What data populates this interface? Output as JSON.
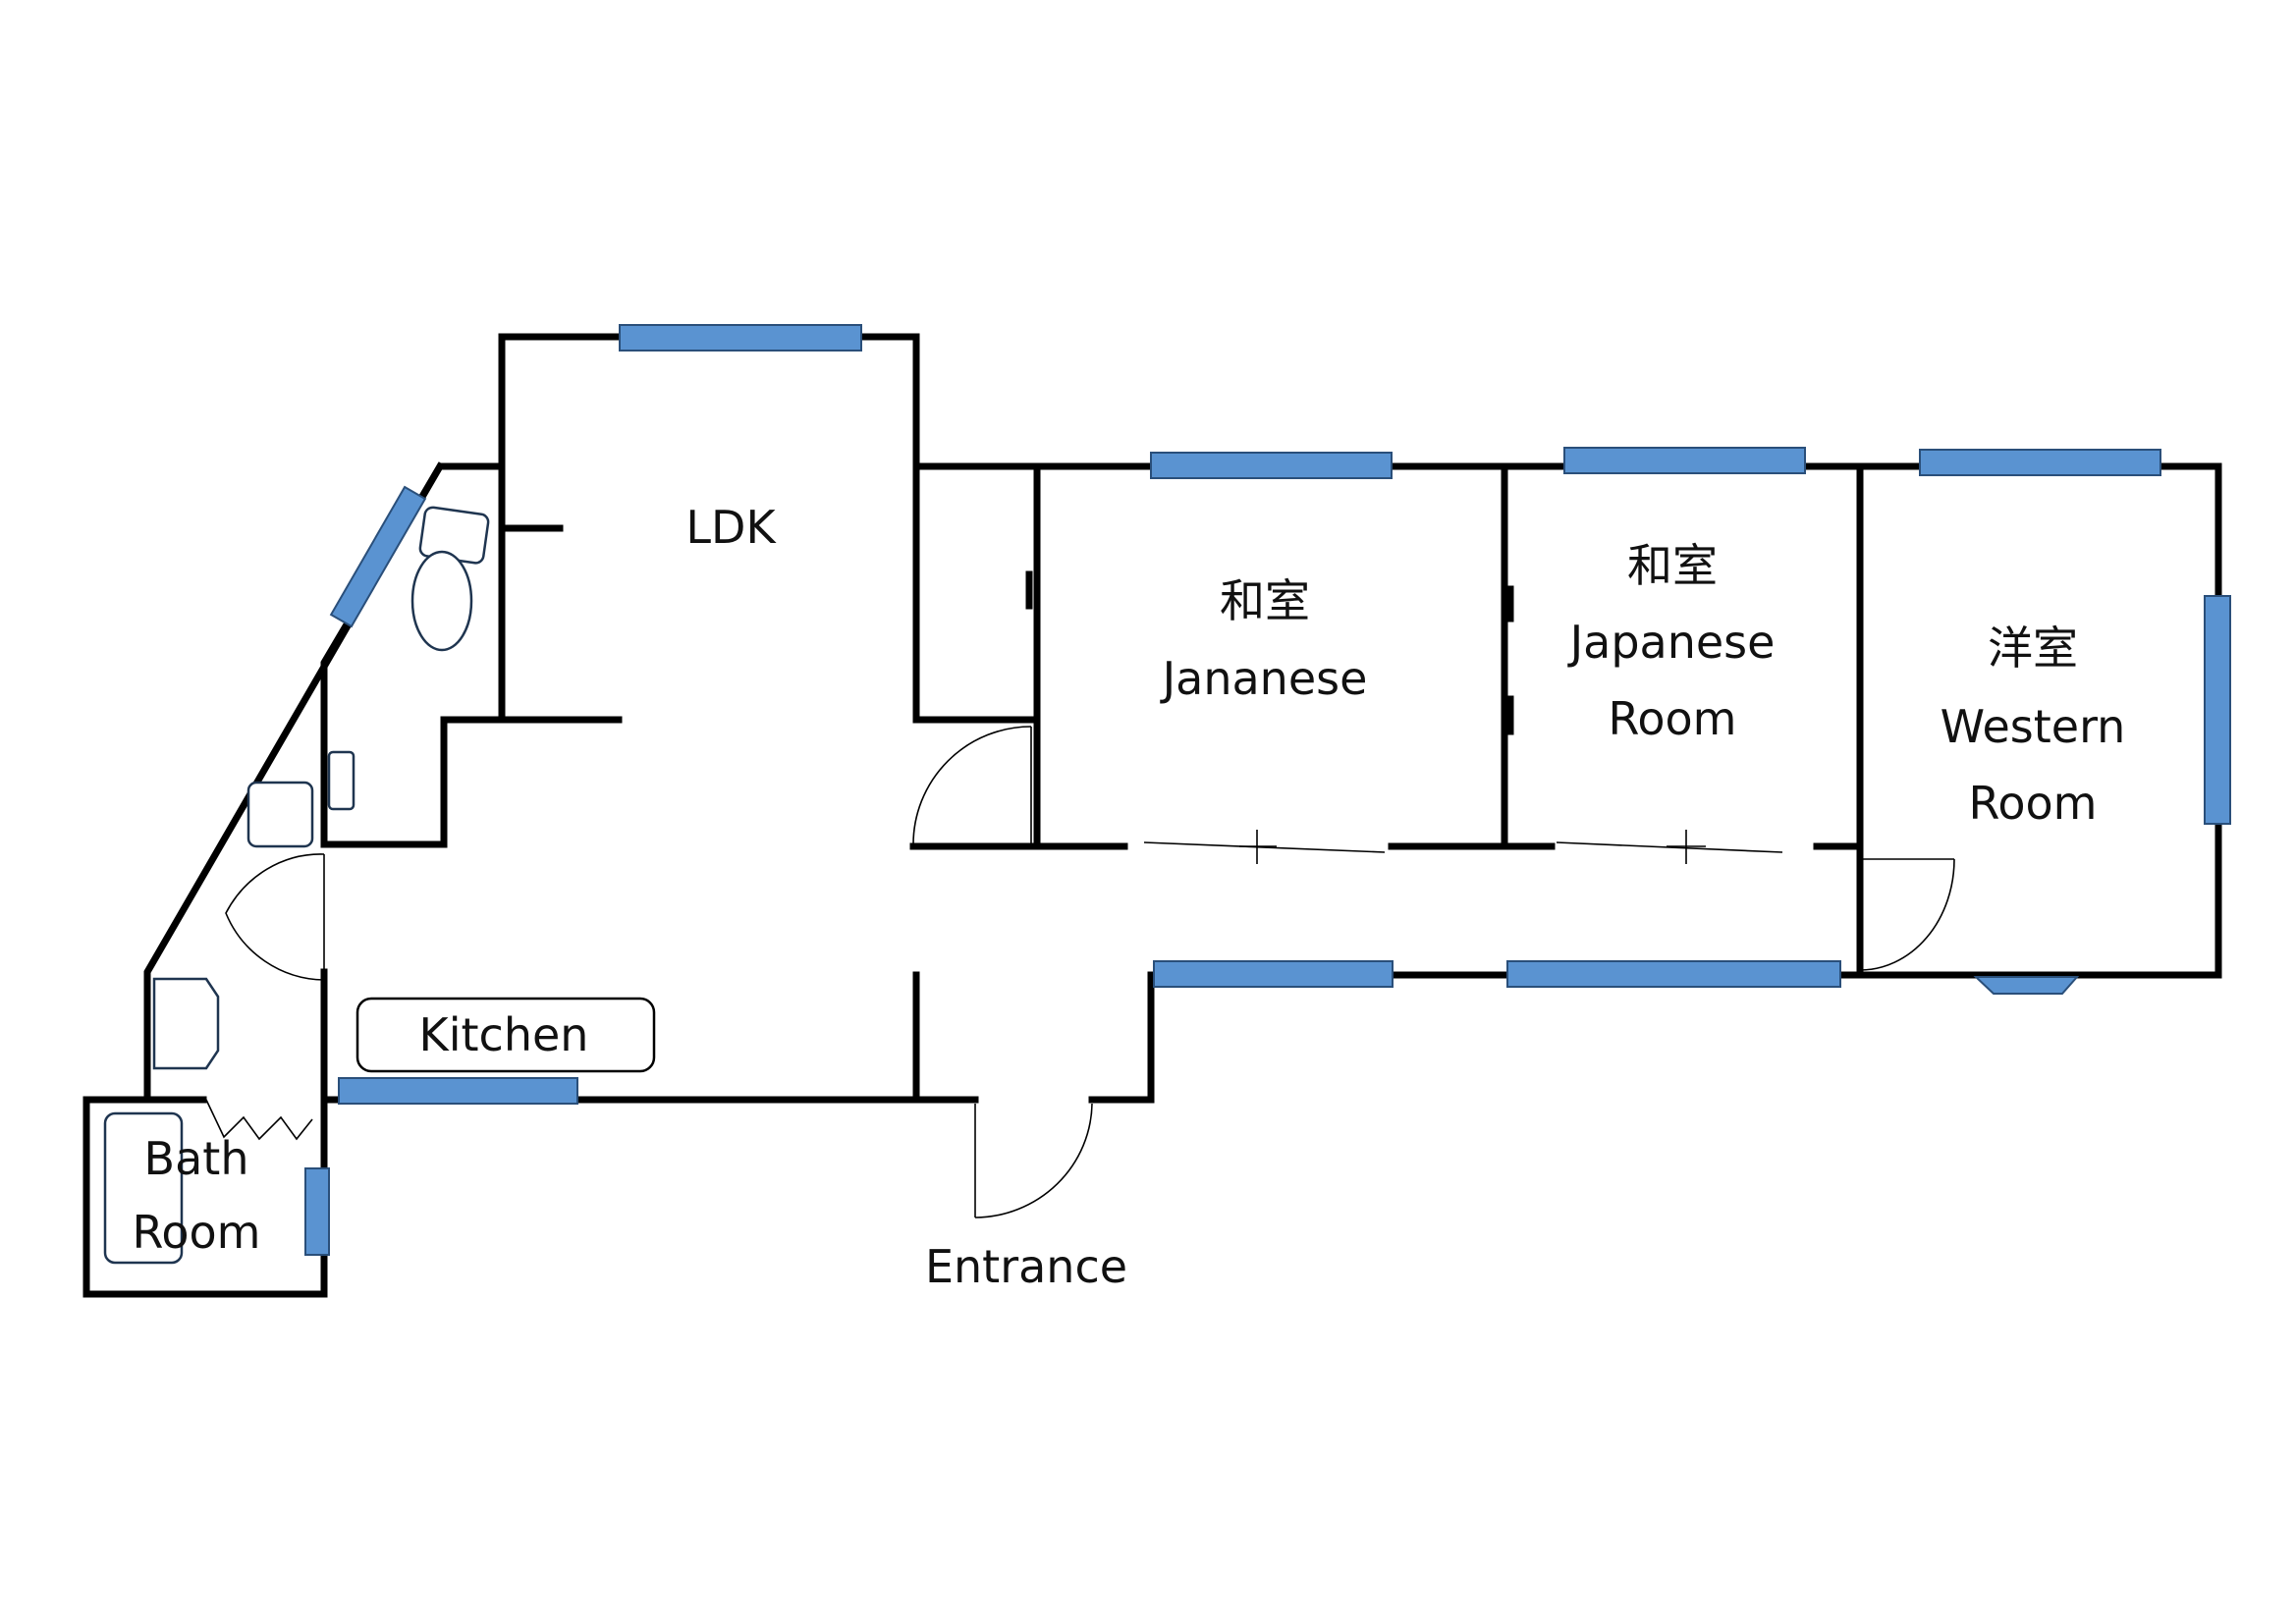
{
  "colors": {
    "window": "#5a93d1",
    "window_stroke": "#2a4f7a",
    "wall": "#000000",
    "background": "#ffffff"
  },
  "labels": {
    "ldk": "LDK",
    "jp1_jp": "和室",
    "jp1_en": "Jananese",
    "jp2_jp": "和室",
    "jp2_en_line1": "Japanese",
    "jp2_en_line2": "Room",
    "west_jp": "洋室",
    "west_en_line1": "Western",
    "west_en_line2": "Room",
    "kitchen": "Kitchen",
    "bath_line1": "Bath",
    "bath_line2": "Room",
    "entrance": "Entrance"
  },
  "icons": [
    "toilet-icon",
    "sink-icon",
    "door-swing-icon",
    "bathtub-icon",
    "sliding-door-icon"
  ]
}
